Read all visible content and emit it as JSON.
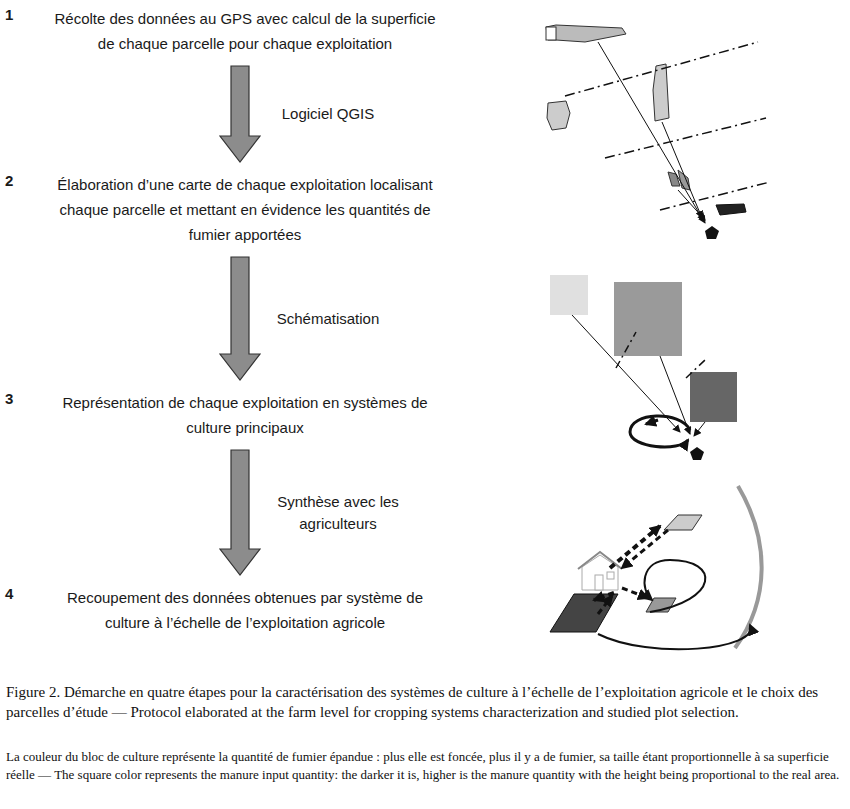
{
  "diagram": {
    "caption": "Figure 2. Démarche en quatre étapes pour la caractérisation des systèmes de culture à l’échelle de l’exploitation agricole et le choix des parcelles d’étude — Protocol elaborated at the farm level for cropping systems characterization and studied plot selection.",
    "nodes": [
      {
        "text": [
          "1",
          "Récolte des données au GPS avec calcul de la superficie de chaque parcelle pour chaque exploitation"
        ]
      },
      {
        "text": [
          "2",
          "Élaboration d’une carte de chaque exploitation localisant chaque parcelle et mettant en évidence les quantités de fumier apportées"
        ]
      },
      {
        "text": [
          "3",
          "Représentation de chaque exploitation en systèmes de culture principaux"
        ]
      },
      {
        "text": [
          "4",
          "Recoupement des données obtenues par système de culture à l’échelle de l’exploitation agricole"
        ]
      }
    ],
    "edges": [
      {
        "from": 0,
        "to": 1,
        "arrow": "to",
        "label": "Logiciel QGIS"
      },
      {
        "from": 1,
        "to": 2,
        "arrow": "to",
        "label": "Schématisation"
      },
      {
        "from": 2,
        "to": 3,
        "arrow": "to",
        "label": "Synthèse avec les agriculteurs"
      }
    ],
    "labels": [
      "La couleur du bloc de culture représente la quantité de fumier épandue : plus elle est foncée, plus il y a de fumier, sa taille étant proportionnelle à sa superficie réelle — The square color represents the manure input quantity: the darker it is, higher is the manure quantity with the height being proportional to the real area."
    ]
  }
}
